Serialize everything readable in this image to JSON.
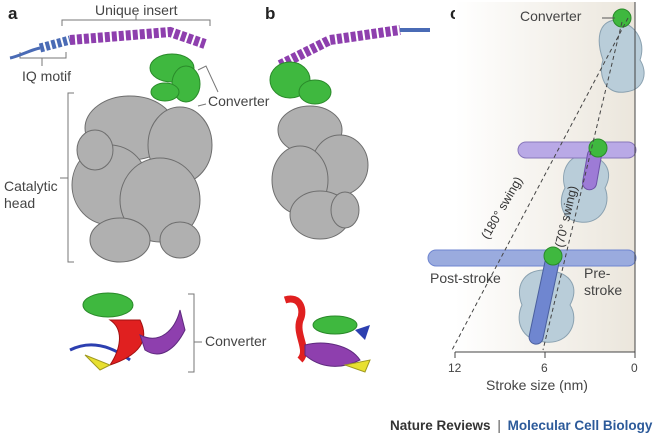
{
  "panels": {
    "a": {
      "letter": "a",
      "labels": {
        "unique_insert": "Unique insert",
        "iq_motif": "IQ motif",
        "converter": "Converter",
        "catalytic_head": "Catalytic\nhead",
        "converter_bottom": "Converter"
      }
    },
    "b": {
      "letter": "b"
    },
    "c": {
      "letter": "c",
      "labels": {
        "converter": "Converter",
        "swing_180": "(180° swing)",
        "swing_70": "(70° swing)",
        "post_stroke": "Post-stroke",
        "pre_stroke_line1": "Pre-",
        "pre_stroke_line2": "stroke",
        "axis_label": "Stroke size (nm)",
        "ticks": [
          "12",
          "6",
          "0"
        ]
      }
    }
  },
  "colors": {
    "helix": "#8e3fae",
    "iq": "#4a6bb5",
    "converter": "#3fb83f",
    "catalytic": "#a8a8a8",
    "red": "#e02020",
    "yellow": "#e8e030",
    "blob": "#b9cdd9",
    "lever_purple": "#9d7bd6",
    "lever_blue": "#6f86d0",
    "footer_blue": "#2c5a9a"
  },
  "footer": {
    "left": "Nature Reviews",
    "separator": "|",
    "right": "Molecular Cell Biology"
  }
}
